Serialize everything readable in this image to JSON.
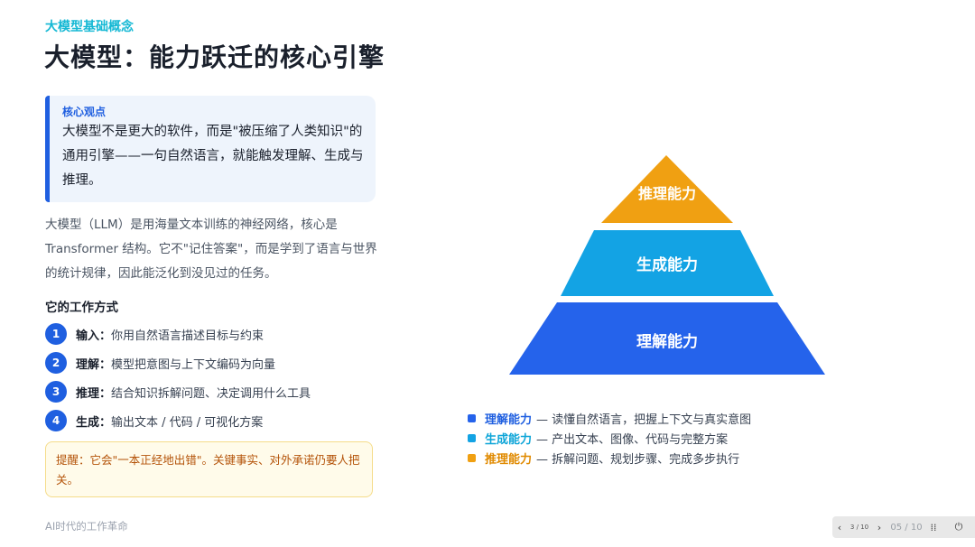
{
  "header": {
    "section": "大模型基础概念",
    "title": "大模型：能力跃迁的核心引擎"
  },
  "callout": {
    "title": "核心观点",
    "body": "大模型不是更大的软件，而是\"被压缩了人类知识\"的通用引擎——一句自然语言，就能触发理解、生成与推理。"
  },
  "intro": "大模型（LLM）是用海量文本训练的神经网络，核心是 Transformer 结构。它不\"记住答案\"，而是学到了语言与世界的统计规律，因此能泛化到没见过的任务。",
  "workflow": {
    "title": "它的工作方式",
    "steps": [
      {
        "num": "1",
        "key": "输入：",
        "text": "你用自然语言描述目标与约束"
      },
      {
        "num": "2",
        "key": "理解：",
        "text": "模型把意图与上下文编码为向量"
      },
      {
        "num": "3",
        "key": "推理：",
        "text": "结合知识拆解问题、决定调用什么工具"
      },
      {
        "num": "4",
        "key": "生成：",
        "text": "输出文本 / 代码 / 可视化方案"
      }
    ]
  },
  "warning": "提醒：它会\"一本正经地出错\"。关键事实、对外承诺仍要人把关。",
  "pyramid": {
    "levels": [
      {
        "label": "推理能力",
        "color": "#f0a012"
      },
      {
        "label": "生成能力",
        "color": "#13a3e4"
      },
      {
        "label": "理解能力",
        "color": "#2563eb"
      }
    ]
  },
  "legend": [
    {
      "name": "理解能力",
      "desc": "— 读懂自然语言，把握上下文与真实意图",
      "color": "#2563eb",
      "text_color": "#1f5fe0"
    },
    {
      "name": "生成能力",
      "desc": "— 产出文本、图像、代码与完整方案",
      "color": "#13a3e4",
      "text_color": "#0ea5d8"
    },
    {
      "name": "推理能力",
      "desc": "— 拆解问题、规划步骤、完成多步执行",
      "color": "#f0a012",
      "text_color": "#e08a00"
    }
  ],
  "footer": "AI时代的工作革命",
  "nav": {
    "prev_icon": "chevron-left-icon",
    "next_icon": "chevron-right-icon",
    "count": "3 / 10",
    "page": "05 / 10",
    "grid_icon": "grid-icon",
    "power_icon": "power-icon"
  }
}
